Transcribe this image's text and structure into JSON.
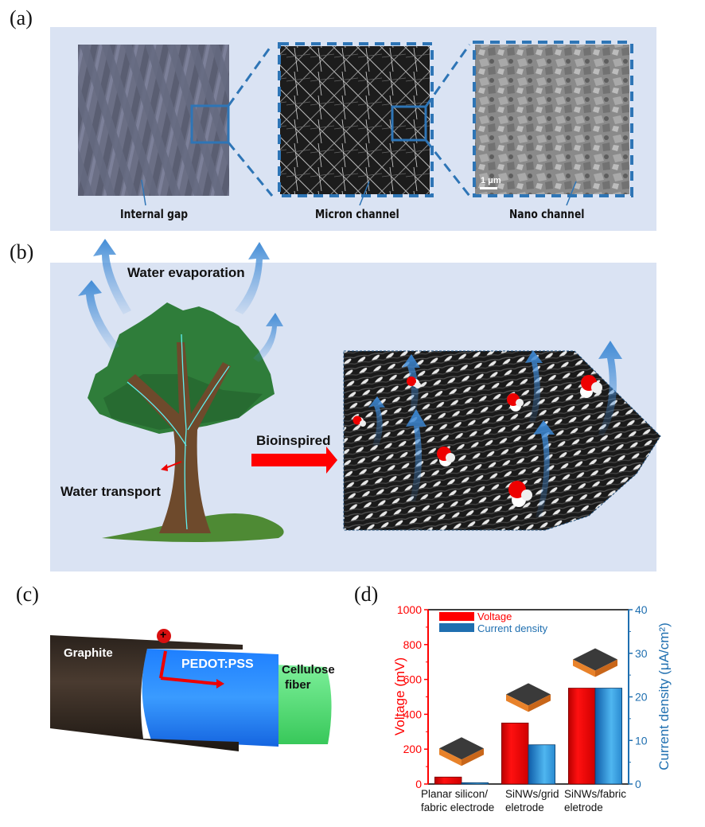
{
  "panels": {
    "a": {
      "label": "(a)",
      "captions": [
        "Internal gap",
        "Micron channel",
        "Nano channel"
      ],
      "scale_bar": "1 μm"
    },
    "b": {
      "label": "(b)",
      "evaporation_label": "Water evaporation",
      "transport_label": "Water transport",
      "arrow_label": "Bioinspired"
    },
    "c": {
      "label": "(c)",
      "graphite_label": "Graphite",
      "pedot_label": "PEDOT:PSS",
      "cellulose_label_1": "Cellulose",
      "cellulose_label_2": "fiber",
      "charge_symbol": "+"
    },
    "d": {
      "label": "(d)"
    }
  },
  "colors": {
    "panel_bg": "#dae3f3",
    "accent_blue": "#2e75b6",
    "voltage_red": "#ff0000",
    "current_blue": "#1f6fb0"
  },
  "chart_data": {
    "type": "bar",
    "categories": [
      "Planar silicon/\nfabric electrode",
      "SiNWs/grid\neletrode",
      "SiNWs/fabric\neletrode"
    ],
    "category_lines": [
      [
        "Planar silicon/",
        "fabric electrode"
      ],
      [
        "SiNWs/grid",
        "eletrode"
      ],
      [
        "SiNWs/fabric",
        "eletrode"
      ]
    ],
    "series": [
      {
        "name": "Voltage",
        "axis": "left",
        "values": [
          40,
          350,
          550
        ]
      },
      {
        "name": "Current density",
        "axis": "right",
        "values": [
          0.3,
          9,
          22
        ]
      }
    ],
    "ylabel": "Voltage (mV)",
    "ylabel_right": "Current density (μA/cm²)",
    "ylim": [
      0,
      1000
    ],
    "ylim_right": [
      0,
      40
    ],
    "yticks": [
      0,
      200,
      400,
      600,
      800,
      1000
    ],
    "yticks_right": [
      0,
      10,
      20,
      30,
      40
    ],
    "legend": {
      "placement": "top-left",
      "entries": [
        "Voltage",
        "Current density"
      ]
    },
    "grid": false
  }
}
